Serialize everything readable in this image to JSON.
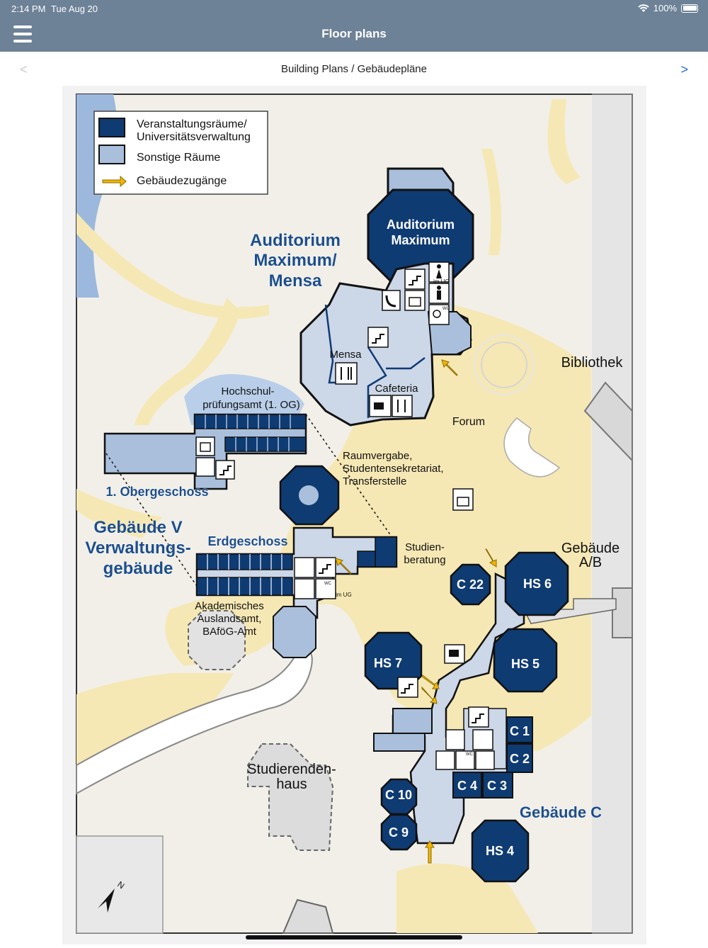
{
  "statusbar": {
    "time": "2:14 PM",
    "date": "Tue Aug 20",
    "battery": "100%"
  },
  "navbar": {
    "title": "Floor plans",
    "menu_icon": "hamburger-menu-icon"
  },
  "subheader": {
    "title": "Building Plans / Gebäudepläne",
    "prev": "<",
    "next": ">"
  },
  "colors": {
    "bar": "#6d8197",
    "dark_room": "#0f3b73",
    "light_room": "#a9bfdc",
    "path": "#f6e8b4",
    "water": "#9cb8dc"
  },
  "map": {
    "legend": {
      "item1": "Veranstaltungsräume/",
      "item1b": "Universitätsverwaltung",
      "item2": "Sonstige Räume",
      "item3": "Gebäudezugänge"
    },
    "labels": {
      "audimax1": "Auditorium",
      "audimax2": "Maximum/",
      "audimax3": "Mensa",
      "audimax_room1": "Auditorium",
      "audimax_room2": "Maximum",
      "mensa": "Mensa",
      "cafeteria": "Cafeteria",
      "forum": "Forum",
      "bibliothek": "Bibliothek",
      "hochschul1": "Hochschul-",
      "hochschul2": "prüfungsamt (1. OG)",
      "raum1": "Raumvergabe,",
      "raum2": "Studentensekretariat,",
      "raum3": "Transferstelle",
      "obergeschoss": "1. Obergeschoss",
      "gebV1": "Gebäude V",
      "gebV2": "Verwaltungs-",
      "gebV3": "gebäude",
      "erdgeschoss": "Erdgeschoss",
      "studien1": "Studien-",
      "studien2": "beratung",
      "akad1": "Akademisches",
      "akad2": "Auslandsamt,",
      "akad3": "BAföG-Amt",
      "gebAB1": "Gebäude",
      "gebAB2": "A/B",
      "c22": "C 22",
      "hs6": "HS 6",
      "hs5": "HS 5",
      "hs7": "HS 7",
      "c1": "C 1",
      "c2": "C 2",
      "c3": "C 3",
      "c4": "C 4",
      "c10": "C 10",
      "c9": "C 9",
      "hs4": "HS 4",
      "gebC": "Gebäude C",
      "stud1": "Studierenden-",
      "stud2": "haus",
      "imug": "im UG",
      "wc": "WC",
      "north": "N"
    }
  }
}
